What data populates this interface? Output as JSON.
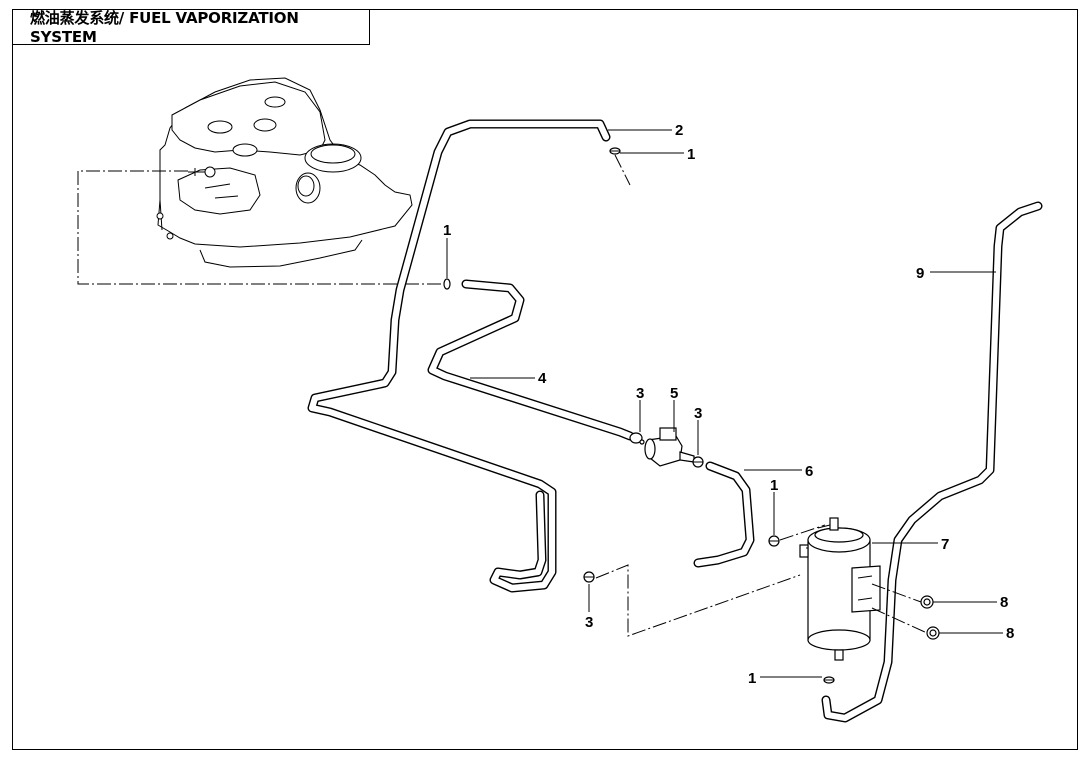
{
  "title": "燃油蒸发系统/ FUEL VAPORIZATION SYSTEM",
  "callouts": [
    {
      "id": "c2",
      "text": "2"
    },
    {
      "id": "c1a",
      "text": "1"
    },
    {
      "id": "c1b",
      "text": "1"
    },
    {
      "id": "c9",
      "text": "9"
    },
    {
      "id": "c4",
      "text": "4"
    },
    {
      "id": "c3a",
      "text": "3"
    },
    {
      "id": "c5",
      "text": "5"
    },
    {
      "id": "c3b",
      "text": "3"
    },
    {
      "id": "c6",
      "text": "6"
    },
    {
      "id": "c1c",
      "text": "1"
    },
    {
      "id": "c7",
      "text": "7"
    },
    {
      "id": "c3c",
      "text": "3"
    },
    {
      "id": "c8a",
      "text": "8"
    },
    {
      "id": "c8b",
      "text": "8"
    },
    {
      "id": "c1d",
      "text": "1"
    }
  ]
}
